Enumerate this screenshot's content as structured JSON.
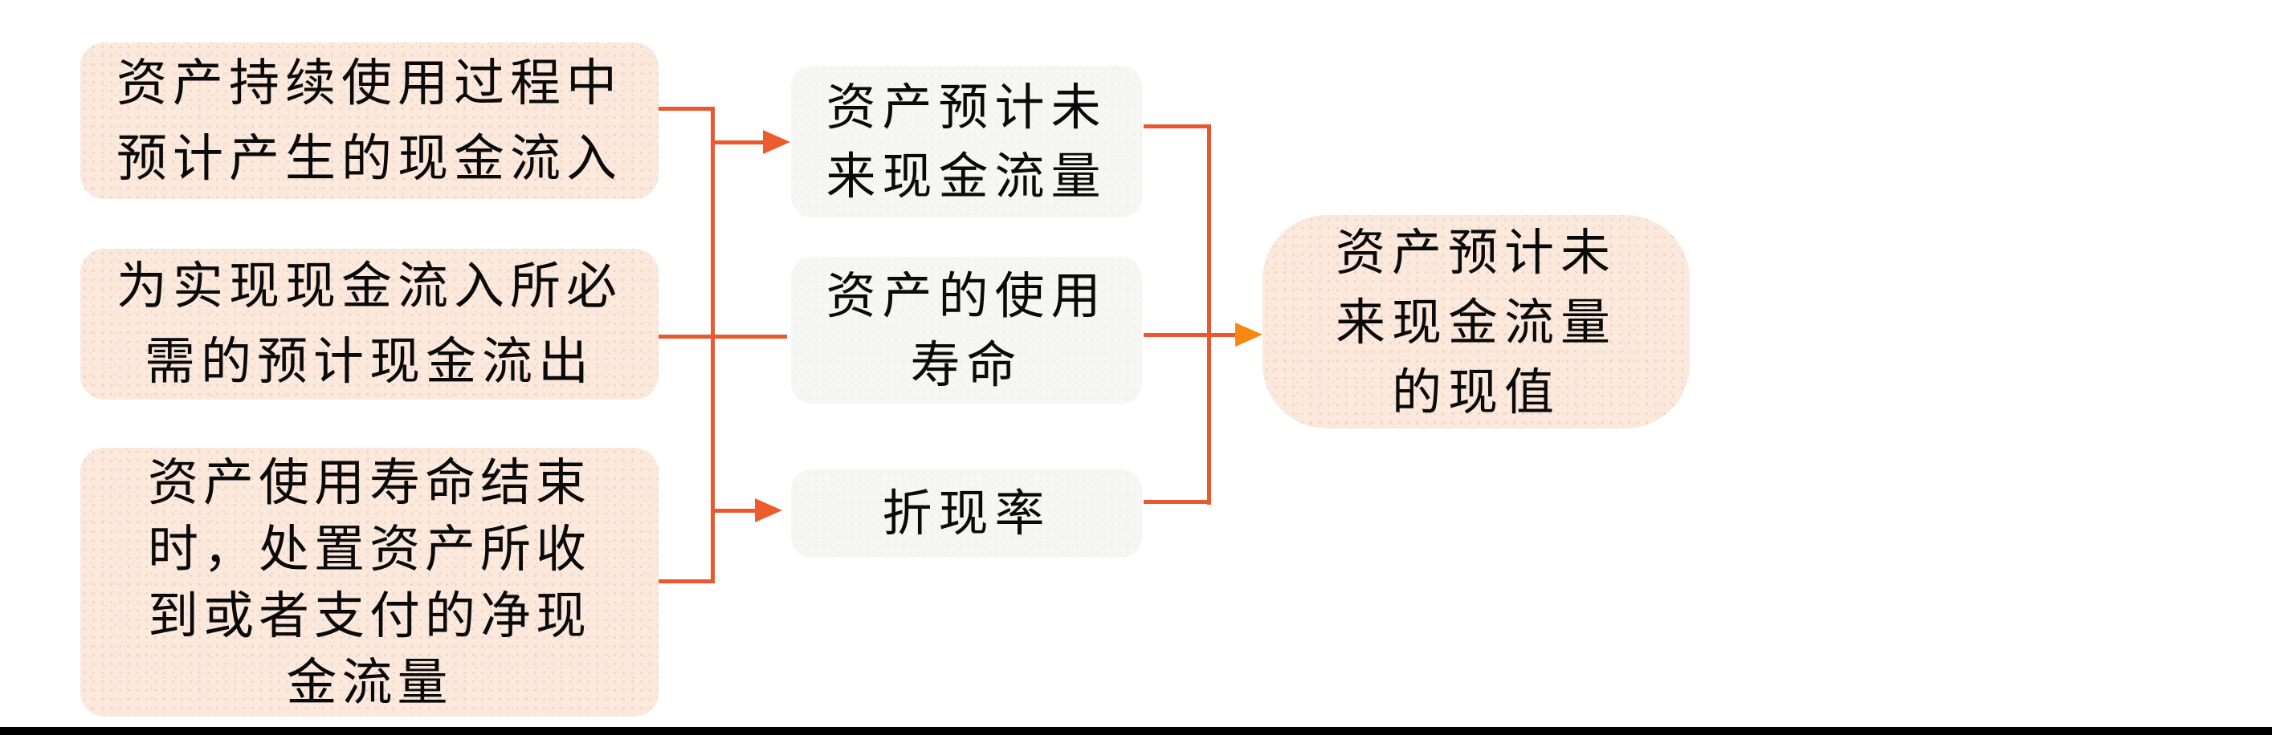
{
  "diagram": {
    "title_semantic": "present-value-of-expected-future-cash-flows-flowchart",
    "colors": {
      "background": "#ffffff",
      "input_box_fill": "#fbe9de",
      "input_box_dot": "#f2d2bd",
      "factor_box_fill": "#f6f6f5",
      "connector_line": "#ea5830",
      "arrowhead_red_orange": "#ec5c2d",
      "arrowhead_bright_orange": "#f6870f",
      "text": "#0a0a0a",
      "bottom_bar": "#000000"
    },
    "inputs": [
      {
        "id": "continuous-use-cash-inflow",
        "text": "资产持续使用过程中\n预计产生的现金流入"
      },
      {
        "id": "required-cash-outflow",
        "text": "为实现现金流入所必\n需的预计现金流出"
      },
      {
        "id": "disposal-net-cash-flow",
        "text": "资产使用寿命结束\n时，处置资产所收\n到或者支付的净现\n金流量"
      }
    ],
    "factors": [
      {
        "id": "expected-future-cash-flow",
        "text": "资产预计未\n来现金流量"
      },
      {
        "id": "useful-life",
        "text": "资产的使用\n寿命"
      },
      {
        "id": "discount-rate",
        "text": "折现率"
      }
    ],
    "result": {
      "id": "present-value-of-expected-future-cash-flows",
      "text": "资产预计未\n来现金流量\n的现值"
    }
  }
}
